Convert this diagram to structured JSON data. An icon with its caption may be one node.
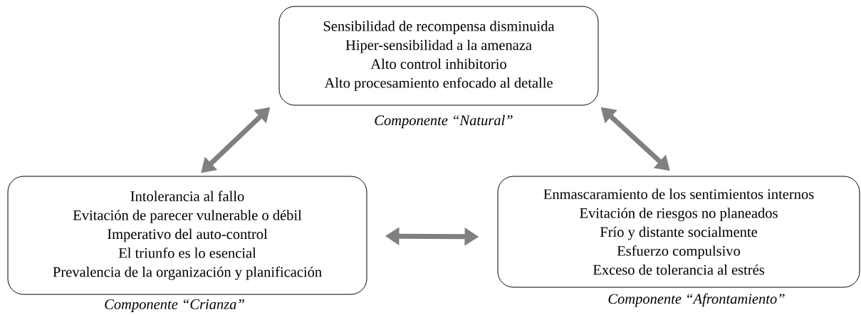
{
  "diagram": {
    "nodes": [
      {
        "text": [
          "Sensibilidad de recompensa disminuida",
          "Hiper-sensibilidad a la amenaza",
          "Alto control inhibitorio",
          "Alto procesamiento enfocado al detalle"
        ],
        "beside": [
          "Componente “Natural”"
        ]
      },
      {
        "text": [
          "Intolerancia al fallo",
          "Evitación de parecer vulnerable o débil",
          "Imperativo del auto-control",
          "El triunfo es lo esencial",
          "Prevalencia de la organización y planificación"
        ],
        "beside": [
          "Componente “Crianza”"
        ]
      },
      {
        "text": [
          "Enmascaramiento de los sentimientos internos",
          "Evitación de riesgos no planeados",
          "Frío y distante socialmente",
          "Esfuerzo compulsivo",
          "Exceso de tolerancia al estrés"
        ],
        "beside": [
          "Componente “Afrontamiento”"
        ]
      }
    ],
    "edges": [
      {
        "from": 0,
        "to": 1,
        "arrow": "both"
      },
      {
        "from": 0,
        "to": 2,
        "arrow": "both"
      },
      {
        "from": 1,
        "to": 2,
        "arrow": "both"
      }
    ]
  }
}
